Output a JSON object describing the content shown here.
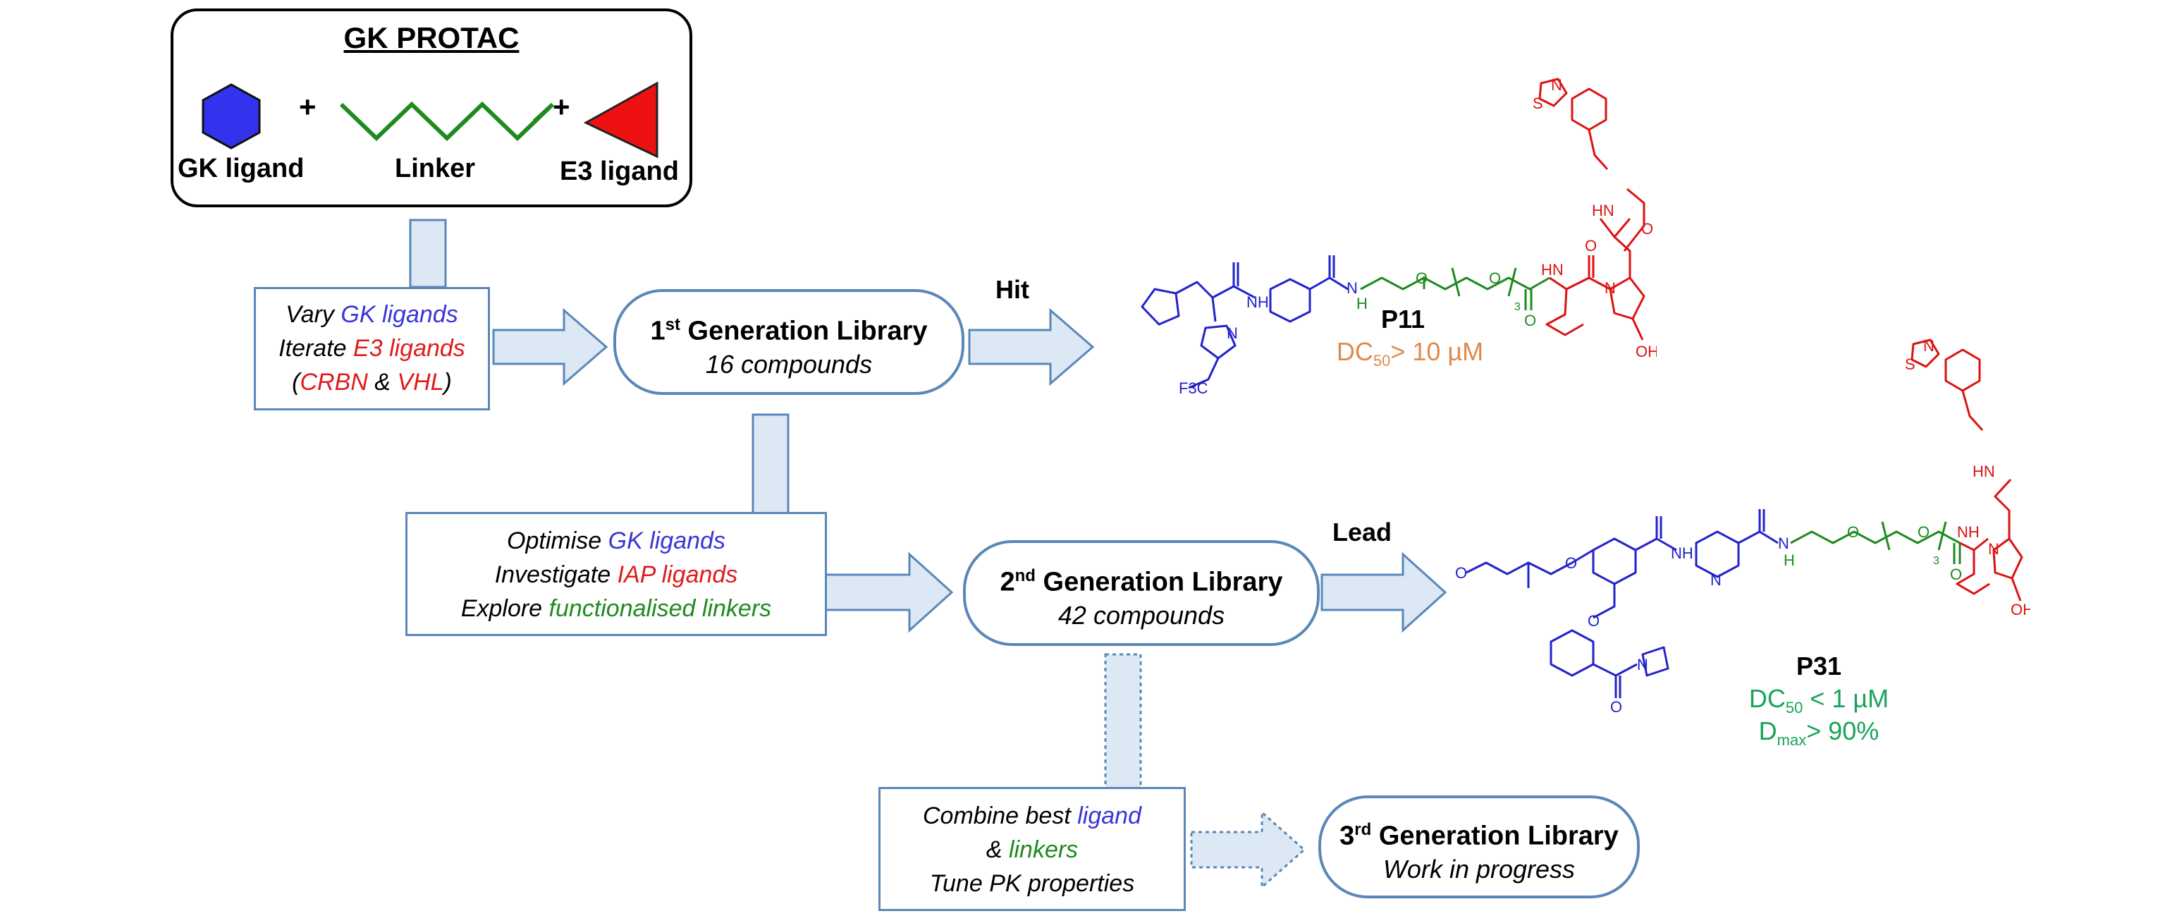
{
  "protac_box": {
    "title": "GK PROTAC",
    "plus1": "+",
    "plus2": "+",
    "gk_ligand": "GK ligand",
    "linker": "Linker",
    "e3_ligand": "E3 ligand",
    "colors": {
      "hexagon": "#3333ee",
      "linker": "#1f8a1f",
      "triangle": "#ee1111"
    }
  },
  "step1": {
    "vary_prefix": "Vary ",
    "vary_colored": "GK ligands",
    "iterate_prefix": "Iterate ",
    "iterate_colored": "E3 ligands",
    "paren_open": "(",
    "crbn": "CRBN",
    "amp": " & ",
    "vhl": "VHL",
    "paren_close": ")"
  },
  "gen1": {
    "sup": "st",
    "num": "1",
    "title": " Generation Library",
    "subtitle": "16 compounds"
  },
  "hit_label": "Hit",
  "p11": {
    "name": "P11",
    "dc_prefix": "DC",
    "dc_sub": "50",
    "dc_value": "> 10 µM"
  },
  "step2": {
    "opt_prefix": "Optimise ",
    "opt_colored": "GK ligands",
    "inv_prefix": "Investigate ",
    "inv_colored": "IAP ligands",
    "exp_prefix": "Explore ",
    "exp_colored": "functionalised linkers"
  },
  "gen2": {
    "sup": "nd",
    "num": "2",
    "title": " Generation Library",
    "subtitle": "42 compounds"
  },
  "lead_label": "Lead",
  "p31": {
    "name": "P31",
    "dc_prefix": "DC",
    "dc_sub": "50",
    "dc_value": " < 1 µM",
    "dmax_prefix": "D",
    "dmax_sub": "max",
    "dmax_value": "> 90%"
  },
  "step3": {
    "combine_prefix": "Combine best ",
    "combine_colored": "ligand",
    "amp": "& ",
    "linkers": "linkers",
    "tune": "Tune PK properties"
  },
  "gen3": {
    "sup": "rd",
    "num": "3",
    "title": " Generation Library",
    "subtitle": "Work in progress"
  },
  "mol_atoms": {
    "n": "N",
    "h": "H",
    "o": "O",
    "s": "S",
    "oh": "OH",
    "hn": "HN",
    "nh": "NH",
    "f3c": "F3C",
    "sub3": "3"
  }
}
